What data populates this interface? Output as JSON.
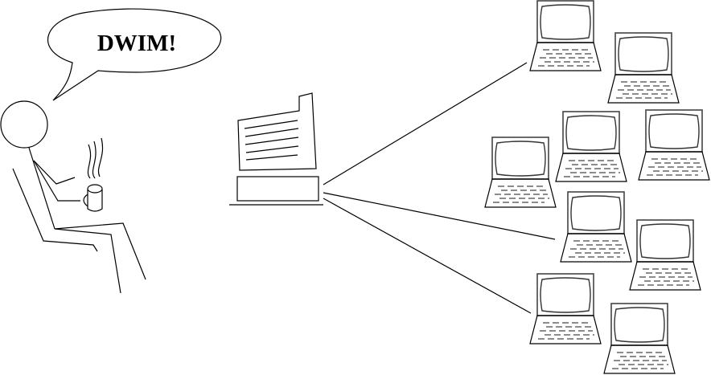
{
  "speech_bubble": {
    "text": "DWIM!"
  },
  "colors": {
    "stroke": "#000000",
    "laptop": "#444444"
  },
  "diagram": {
    "nodes": [
      "user",
      "server",
      "laptop-1",
      "laptop-2",
      "laptop-3",
      "laptop-4",
      "laptop-5",
      "laptop-6",
      "laptop-7",
      "laptop-8",
      "laptop-9"
    ],
    "laptop_count": 9
  }
}
